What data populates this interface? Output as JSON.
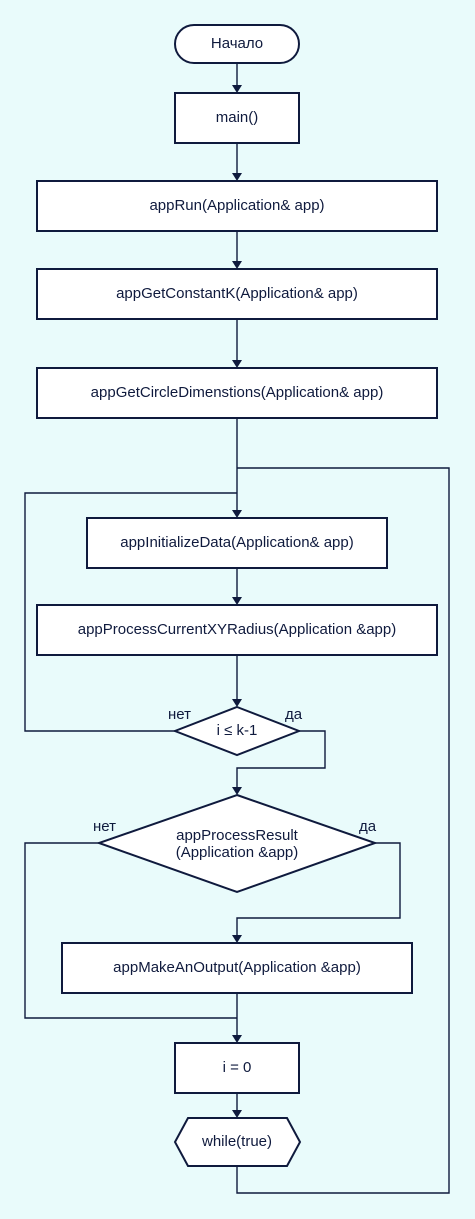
{
  "diagram": {
    "start": "Начало",
    "main": "main()",
    "app_run": "appRun(Application& app)",
    "get_constant_k": "appGetConstantK(Application& app)",
    "get_circle_dimensions": "appGetCircleDimenstions(Application& app)",
    "initialize_data": "appInitializeData(Application& app)",
    "process_current_xy_radius": "appProcessCurrentXYRadius(Application &app)",
    "loop_condition": "i ≤ k-1",
    "loop_no": "нет",
    "loop_yes": "да",
    "process_result_line1": "appProcessResult",
    "process_result_line2": "(Application &app)",
    "result_no": "нет",
    "result_yes": "да",
    "make_output": "appMakeAnOutput(Application &app)",
    "reset_i": "i = 0",
    "while_true": "while(true)"
  },
  "colors": {
    "background": "#e9fbfb",
    "box_fill": "#ffffff",
    "line": "#0f1a3d"
  }
}
